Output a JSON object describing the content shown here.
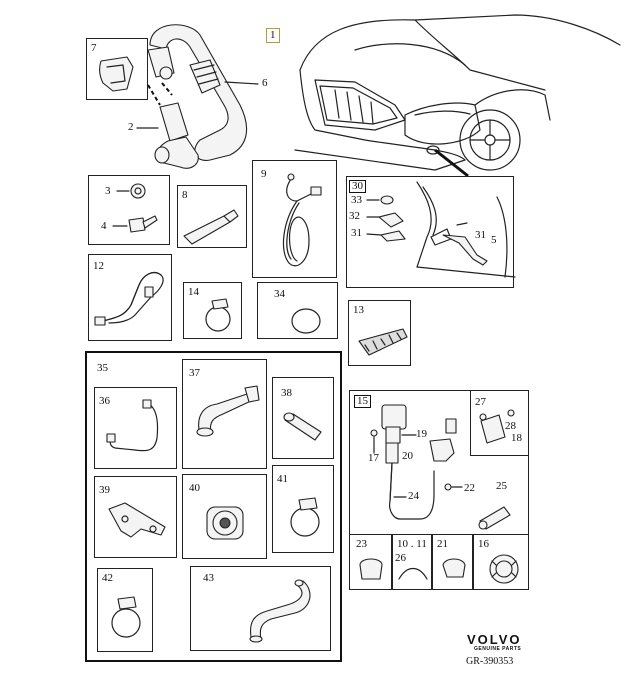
{
  "diagram_id": "GR-390353",
  "brand": {
    "name": "VOLVO",
    "tagline": "GENUINE PARTS"
  },
  "callouts": {
    "c1": "1",
    "c2": "2",
    "c3": "3",
    "c4": "4",
    "c5": "5",
    "c6": "6",
    "c7": "7",
    "c8": "8",
    "c9": "9",
    "c12": "12",
    "c13": "13",
    "c14": "14",
    "c15": "15",
    "c16": "16",
    "c17": "17",
    "c18": "18",
    "c19": "19",
    "c20": "20",
    "c21": "21",
    "c22": "22",
    "c23": "23",
    "c24": "24",
    "c25": "25",
    "c26": "26",
    "c27": "27",
    "c28": "28",
    "c30": "30",
    "c31a": "31",
    "c31b": "31",
    "c32": "32",
    "c33": "33",
    "c34": "34",
    "c35": "35",
    "c36": "36",
    "c37": "37",
    "c38": "38",
    "c39": "39",
    "c40": "40",
    "c41": "41",
    "c42": "42",
    "c43": "43",
    "c1011": "10 . 11"
  }
}
